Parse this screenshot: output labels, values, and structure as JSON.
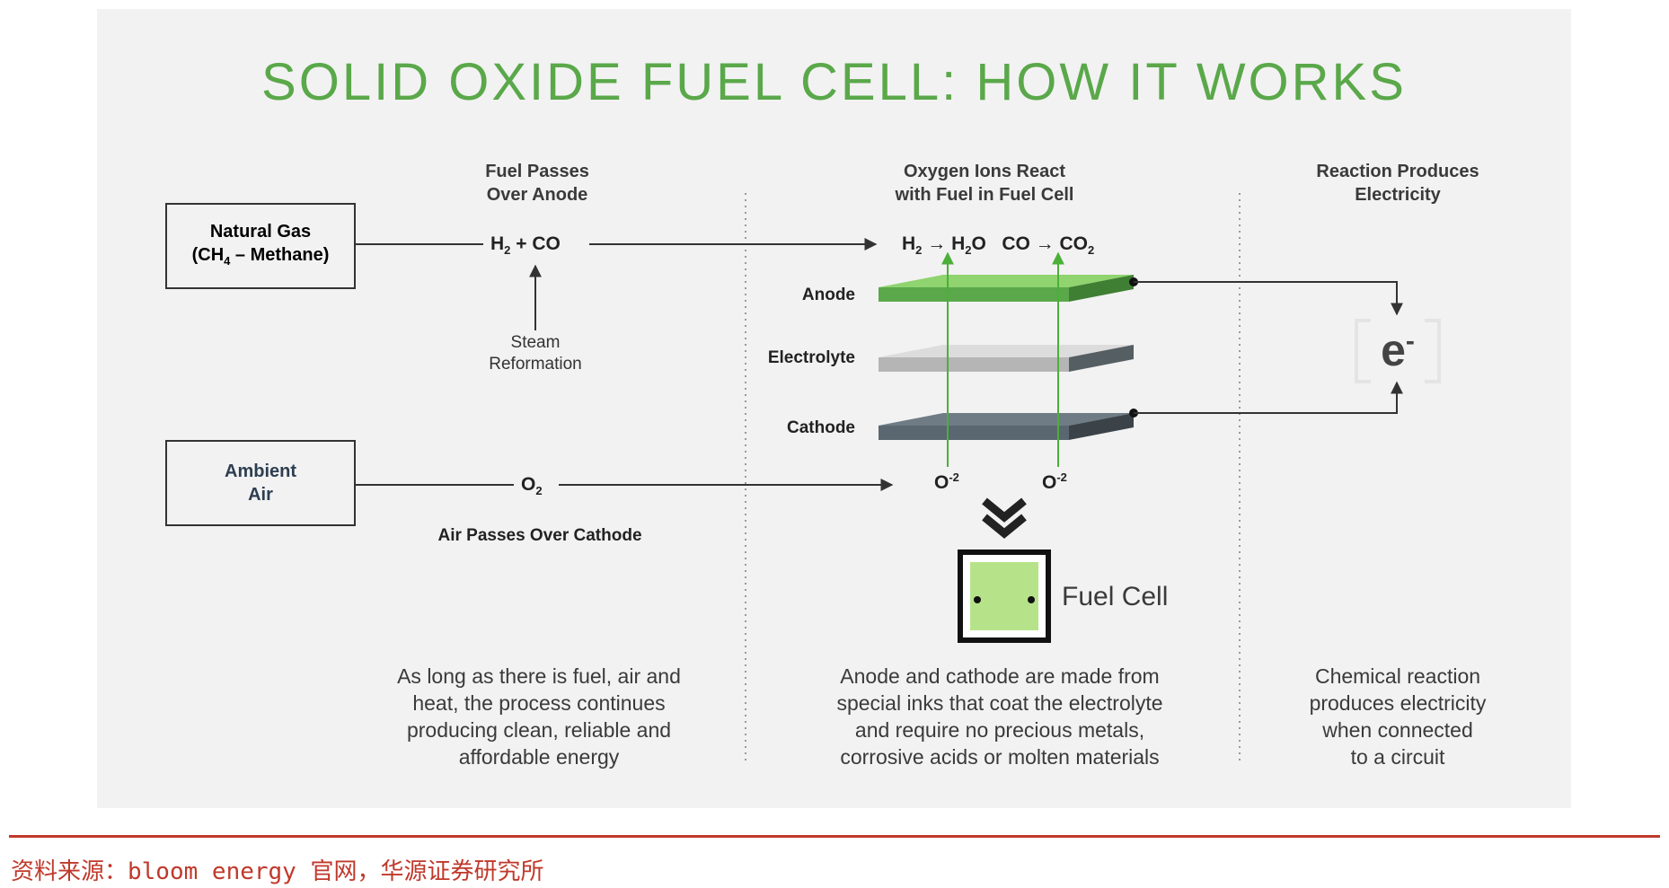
{
  "title": "SOLID OXIDE FUEL CELL: HOW IT WORKS",
  "columns": {
    "fuel_head_l1": "Fuel Passes",
    "fuel_head_l2": "Over Anode",
    "react_head_l1": "Oxygen Ions React",
    "react_head_l2": "with Fuel in Fuel Cell",
    "elec_head_l1": "Reaction Produces",
    "elec_head_l2": "Electricity"
  },
  "inputs": {
    "gas_l1": "Natural Gas",
    "gas_l2_a": "(CH",
    "gas_l2_sub": "4",
    "gas_l2_b": " – Methane)",
    "air_l1": "Ambient",
    "air_l2": "Air"
  },
  "chemistry": {
    "h2": "H",
    "h2_sub": "2",
    "plus_co": " + CO",
    "o2": "O",
    "o2_sub": "2",
    "reaction_h2": "H",
    "reaction_h2_sub": "2",
    "arrow1": " → ",
    "h2o_h": "H",
    "h2o_sub": "2",
    "h2o_o": "O",
    "co": "   CO",
    "arrow2": " → ",
    "co2": "CO",
    "co2_sub": "2",
    "oion": "O",
    "oion_sup": "-2"
  },
  "steam": {
    "l1": "Steam",
    "l2": "Reformation"
  },
  "air_passes": "Air Passes Over Cathode",
  "layers": {
    "anode": "Anode",
    "electrolyte": "Electrolyte",
    "cathode": "Cathode"
  },
  "electron": {
    "symbol": "e",
    "sup": "-"
  },
  "fuel_cell_label": "Fuel Cell",
  "descriptions": {
    "left": [
      "As long as there is fuel, air and",
      "heat, the process continues",
      "producing clean, reliable and",
      "affordable energy"
    ],
    "middle": [
      "Anode and cathode are made from",
      "special inks that coat the electrolyte",
      "and require no precious metals,",
      "corrosive acids or molten materials"
    ],
    "right": [
      "Chemical reaction",
      "produces electricity",
      "when connected",
      "to a circuit"
    ]
  },
  "source": "资料来源：bloom energy 官网，华源证券研究所",
  "colors": {
    "title_green": "#5aa84a",
    "anode_green": "#6cbf4f",
    "electrolyte_gray": "#c8c8c8",
    "cathode_slate": "#5b6770",
    "source_red": "#c0392b"
  }
}
